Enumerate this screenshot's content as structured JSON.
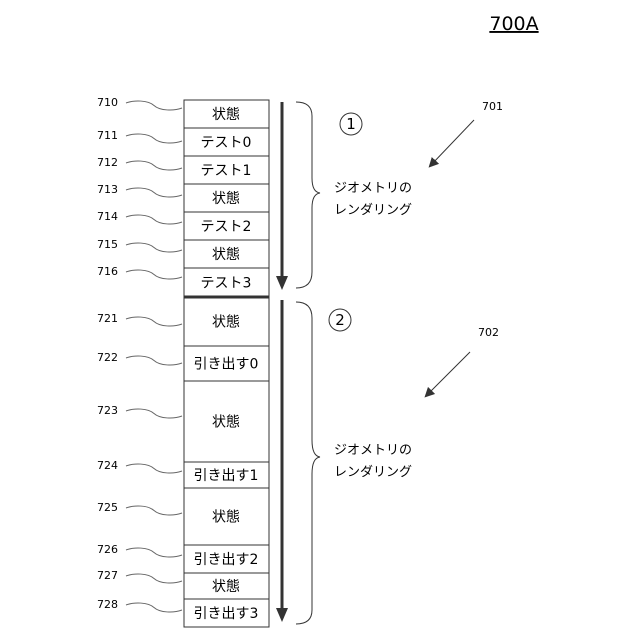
{
  "figure_label": "700A",
  "block1": {
    "ref": "701",
    "circle": "1",
    "caption_line1": "ジオメトリの",
    "caption_line2": "レンダリング",
    "rows": [
      {
        "ref": "710",
        "text": "状態"
      },
      {
        "ref": "711",
        "text": "テスト0"
      },
      {
        "ref": "712",
        "text": "テスト1"
      },
      {
        "ref": "713",
        "text": "状態"
      },
      {
        "ref": "714",
        "text": "テスト2"
      },
      {
        "ref": "715",
        "text": "状態"
      },
      {
        "ref": "716",
        "text": "テスト3"
      }
    ]
  },
  "block2": {
    "ref": "702",
    "circle": "2",
    "caption_line1": "ジオメトリの",
    "caption_line2": "レンダリング",
    "rows": [
      {
        "ref": "721",
        "text": "状態"
      },
      {
        "ref": "722",
        "text": "引き出す0"
      },
      {
        "ref": "723",
        "text": "状態"
      },
      {
        "ref": "724",
        "text": "引き出す1"
      },
      {
        "ref": "725",
        "text": "状態"
      },
      {
        "ref": "726",
        "text": "引き出す2"
      },
      {
        "ref": "727",
        "text": "状態"
      },
      {
        "ref": "728",
        "text": "引き出す3"
      }
    ]
  }
}
